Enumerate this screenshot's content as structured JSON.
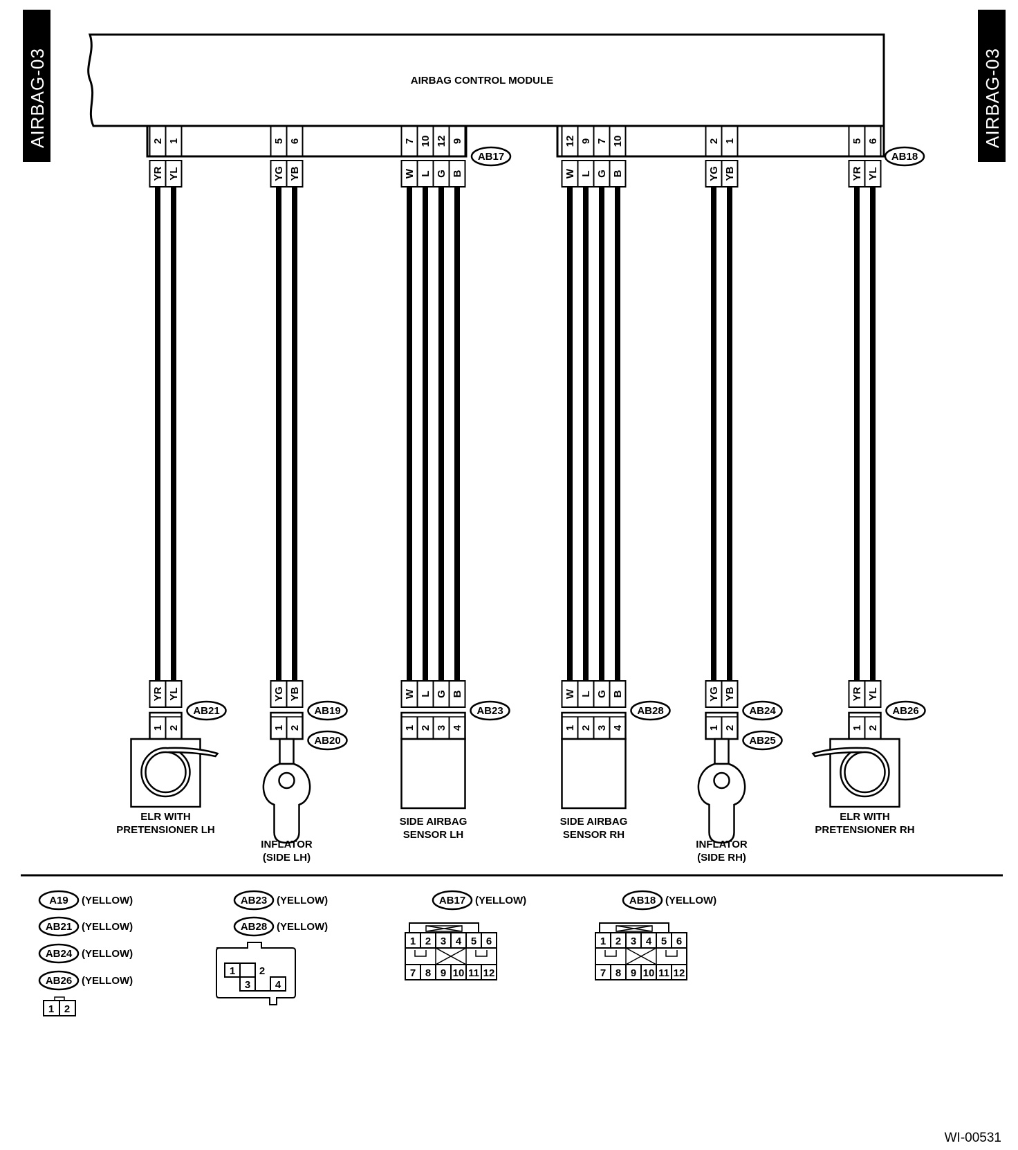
{
  "side_tab_left": "AIRBAG-03",
  "side_tab_right": "AIRBAG-03",
  "module_title": "AIRBAG CONTROL MODULE",
  "figure_code": "WI-00531",
  "top_connectors": [
    {
      "id": "ab17",
      "tag": "AB17"
    },
    {
      "id": "ab18",
      "tag": "AB18"
    }
  ],
  "wire_groups": [
    {
      "id": "elr-lh",
      "top_pins": [
        "2",
        "1"
      ],
      "wires": [
        "YR",
        "YL"
      ],
      "bottom_pins": [
        "1",
        "2"
      ],
      "tags": [
        "AB21"
      ],
      "component": "elr-left",
      "label_lines": [
        "ELR WITH",
        "PRETENSIONER LH"
      ]
    },
    {
      "id": "inflator-lh",
      "top_pins": [
        "5",
        "6"
      ],
      "wires": [
        "YG",
        "YB"
      ],
      "bottom_pins": [
        "1",
        "2"
      ],
      "tags": [
        "AB19",
        "AB20"
      ],
      "component": "inflator",
      "label_lines": [
        "INFLATOR",
        "(SIDE LH)"
      ]
    },
    {
      "id": "sensor-lh",
      "top_pins": [
        "7",
        "10",
        "12",
        "9"
      ],
      "wires": [
        "W",
        "L",
        "G",
        "B"
      ],
      "bottom_pins": [
        "1",
        "2",
        "3",
        "4"
      ],
      "tags": [
        "AB23"
      ],
      "component": "sensor",
      "label_lines": [
        "SIDE AIRBAG",
        "SENSOR LH"
      ]
    },
    {
      "id": "sensor-rh",
      "top_pins": [
        "12",
        "9",
        "7",
        "10"
      ],
      "wires": [
        "W",
        "L",
        "G",
        "B"
      ],
      "bottom_pins": [
        "1",
        "2",
        "3",
        "4"
      ],
      "tags": [
        "AB28"
      ],
      "component": "sensor",
      "label_lines": [
        "SIDE AIRBAG",
        "SENSOR RH"
      ]
    },
    {
      "id": "inflator-rh",
      "top_pins": [
        "2",
        "1"
      ],
      "wires": [
        "YG",
        "YB"
      ],
      "bottom_pins": [
        "1",
        "2"
      ],
      "tags": [
        "AB24",
        "AB25"
      ],
      "component": "inflator",
      "label_lines": [
        "INFLATOR",
        "(SIDE RH)"
      ]
    },
    {
      "id": "elr-rh",
      "top_pins": [
        "5",
        "6"
      ],
      "wires": [
        "YR",
        "YL"
      ],
      "bottom_pins": [
        "1",
        "2"
      ],
      "tags": [
        "AB26"
      ],
      "component": "elr-right",
      "label_lines": [
        "ELR WITH",
        "PRETENSIONER RH"
      ]
    }
  ],
  "legend": {
    "col1": [
      {
        "tag": "A19",
        "color": "(YELLOW)"
      },
      {
        "tag": "AB21",
        "color": "(YELLOW)"
      },
      {
        "tag": "AB24",
        "color": "(YELLOW)"
      },
      {
        "tag": "AB26",
        "color": "(YELLOW)"
      }
    ],
    "col1_pins": [
      "1",
      "2"
    ],
    "col2": [
      {
        "tag": "AB23",
        "color": "(YELLOW)"
      },
      {
        "tag": "AB28",
        "color": "(YELLOW)"
      }
    ],
    "col2_pins": [
      "1",
      "2",
      "3",
      "4"
    ],
    "col3": {
      "tag": "AB17",
      "color": "(YELLOW)"
    },
    "col4": {
      "tag": "AB18",
      "color": "(YELLOW)"
    },
    "twelve_pins_top": [
      "1",
      "2",
      "3",
      "4",
      "5",
      "6"
    ],
    "twelve_pins_bottom": [
      "7",
      "8",
      "9",
      "10",
      "11",
      "12"
    ]
  }
}
